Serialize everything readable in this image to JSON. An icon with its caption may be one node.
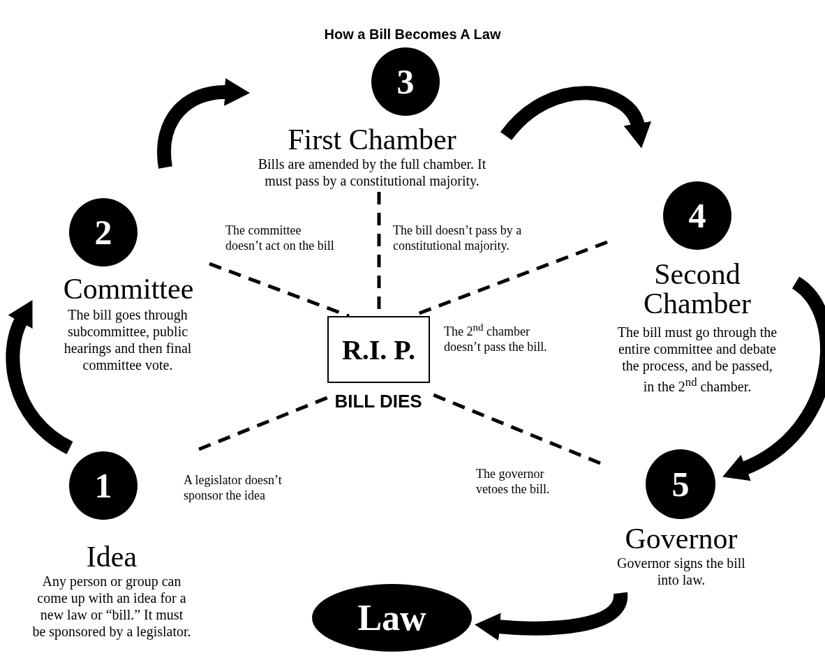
{
  "diagram": {
    "title": "How a Bill Becomes A Law",
    "nodes": [
      {
        "text": [
          "1",
          "Idea",
          "Any person or group can come up with an idea for a new law or “bill.” It must be sponsored by a legislator."
        ]
      },
      {
        "text": [
          "2",
          "Committee",
          "The bill goes through subcommittee, public hearings and then final committee vote."
        ]
      },
      {
        "text": [
          "3",
          "First Chamber",
          "Bills are amended by the full chamber. It must pass by a constitutional majority."
        ]
      },
      {
        "text": [
          "4",
          "Second Chamber",
          "The bill must go through the entire committee and debate the process, and be passed, in the 2$^{nd}$ chamber."
        ]
      },
      {
        "text": [
          "5",
          "Governor",
          "Governor signs the bill into law."
        ]
      },
      {
        "text": [
          "R.I. P.",
          "BILL DIES"
        ]
      },
      {
        "text": [
          "Law"
        ]
      }
    ],
    "edges": [
      {
        "from": 0,
        "to": 1,
        "arrow": "to",
        "style": "thick"
      },
      {
        "from": 1,
        "to": 2,
        "arrow": "to",
        "style": "thick"
      },
      {
        "from": 2,
        "to": 3,
        "arrow": "to",
        "style": "thick"
      },
      {
        "from": 3,
        "to": 4,
        "arrow": "to",
        "style": "thick"
      },
      {
        "from": 4,
        "to": 6,
        "arrow": "to",
        "style": "thick"
      },
      {
        "from": 0,
        "to": 5,
        "arrow": "none",
        "style": "dashed",
        "label": "A legislator doesn’t sponsor the idea"
      },
      {
        "from": 1,
        "to": 5,
        "arrow": "none",
        "style": "dashed",
        "label": "The committee doesn’t act on the bill"
      },
      {
        "from": 2,
        "to": 5,
        "arrow": "none",
        "style": "dashed",
        "label": "The bill doesn’t pass by a constitutional majority."
      },
      {
        "from": 3,
        "to": 5,
        "arrow": "none",
        "style": "dashed",
        "label": "The 2$^{nd}$ chamber doesn’t pass the bill."
      },
      {
        "from": 4,
        "to": 5,
        "arrow": "none",
        "style": "dashed",
        "label": "The governor vetoes the bill."
      }
    ]
  }
}
